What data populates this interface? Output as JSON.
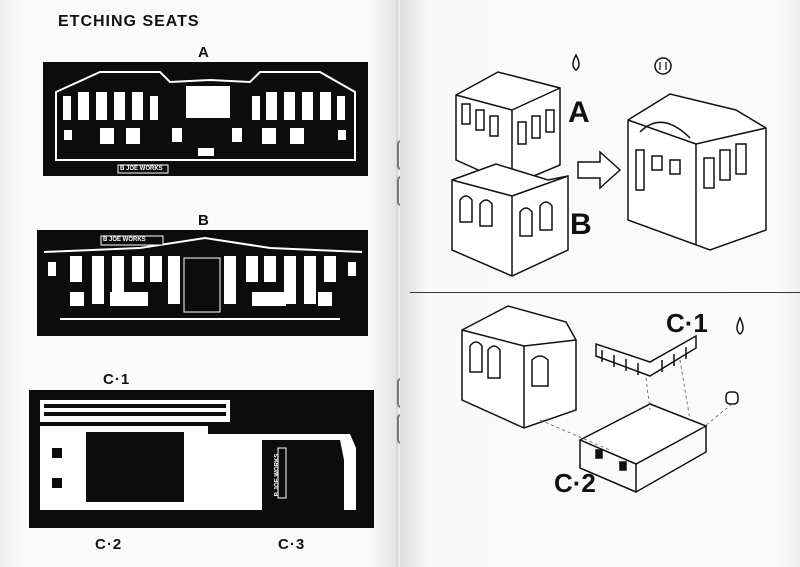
{
  "left_page": {
    "heading": "ETCHING SEATS",
    "fret_a_label": "A",
    "fret_b_label": "B",
    "fret_c1_label": "C·1",
    "fret_c2_label": "C·2",
    "fret_c3_label": "C·3",
    "maker_mark": "B JOE WORKS"
  },
  "right_page": {
    "step1_part_a": "A",
    "step1_part_b": "B",
    "step2_part_c1": "C·1",
    "step2_part_c2": "C·2"
  },
  "icons": [
    "glue-drop-icon",
    "glue-bottle-icon",
    "arrow-right-icon"
  ]
}
